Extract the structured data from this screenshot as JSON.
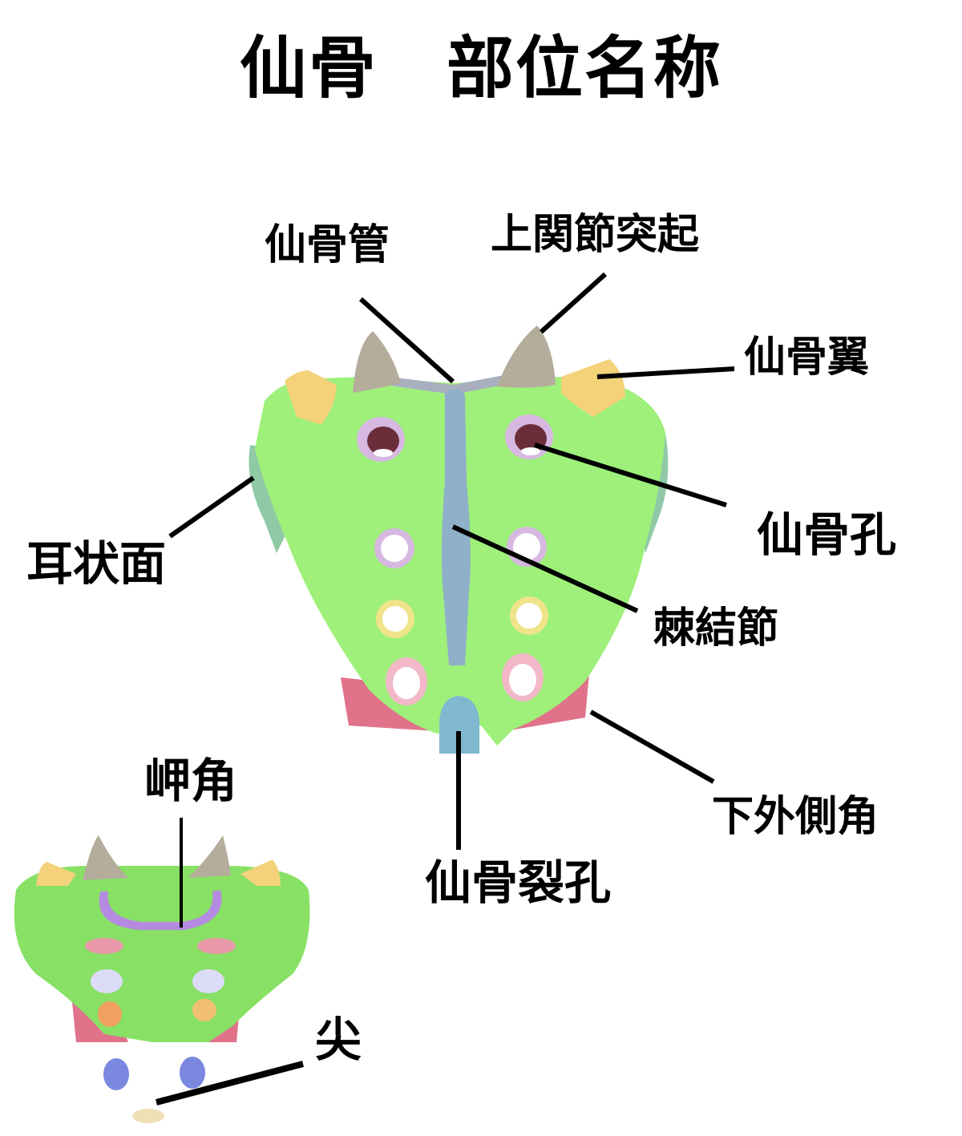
{
  "title": "仙骨　部位名称",
  "colors": {
    "body_green": "#9ef07a",
    "body_green_dark": "#7fd85c",
    "canal_gray": "#a8afbf",
    "articular_process": "#b5ad9c",
    "ala_yellow": "#f3d27a",
    "median_crest_blue": "#8fb0c9",
    "hiatus_blue": "#7fb8cf",
    "auricular_teal": "#8fc9a6",
    "inferior_angle_pink": "#e0728a",
    "promontory_purple": "#b48be0",
    "apex_cream": "#efe0b8",
    "foramen_purple_rim": "#d6b8e0",
    "foramen_yellow_rim": "#f0e48a",
    "foramen_pink_rim": "#f2b8c8",
    "leader_line": "#000000"
  },
  "labels": {
    "sacral_canal": "仙骨管",
    "superior_articular_process": "上関節突起",
    "sacral_ala": "仙骨翼",
    "sacral_foramina": "仙骨孔",
    "auricular_surface": "耳状面",
    "spinous_tubercle": "棘結節",
    "inferior_lateral_angle": "下外側角",
    "sacral_hiatus": "仙骨裂孔",
    "promontory": "岬角",
    "apex": "尖"
  }
}
